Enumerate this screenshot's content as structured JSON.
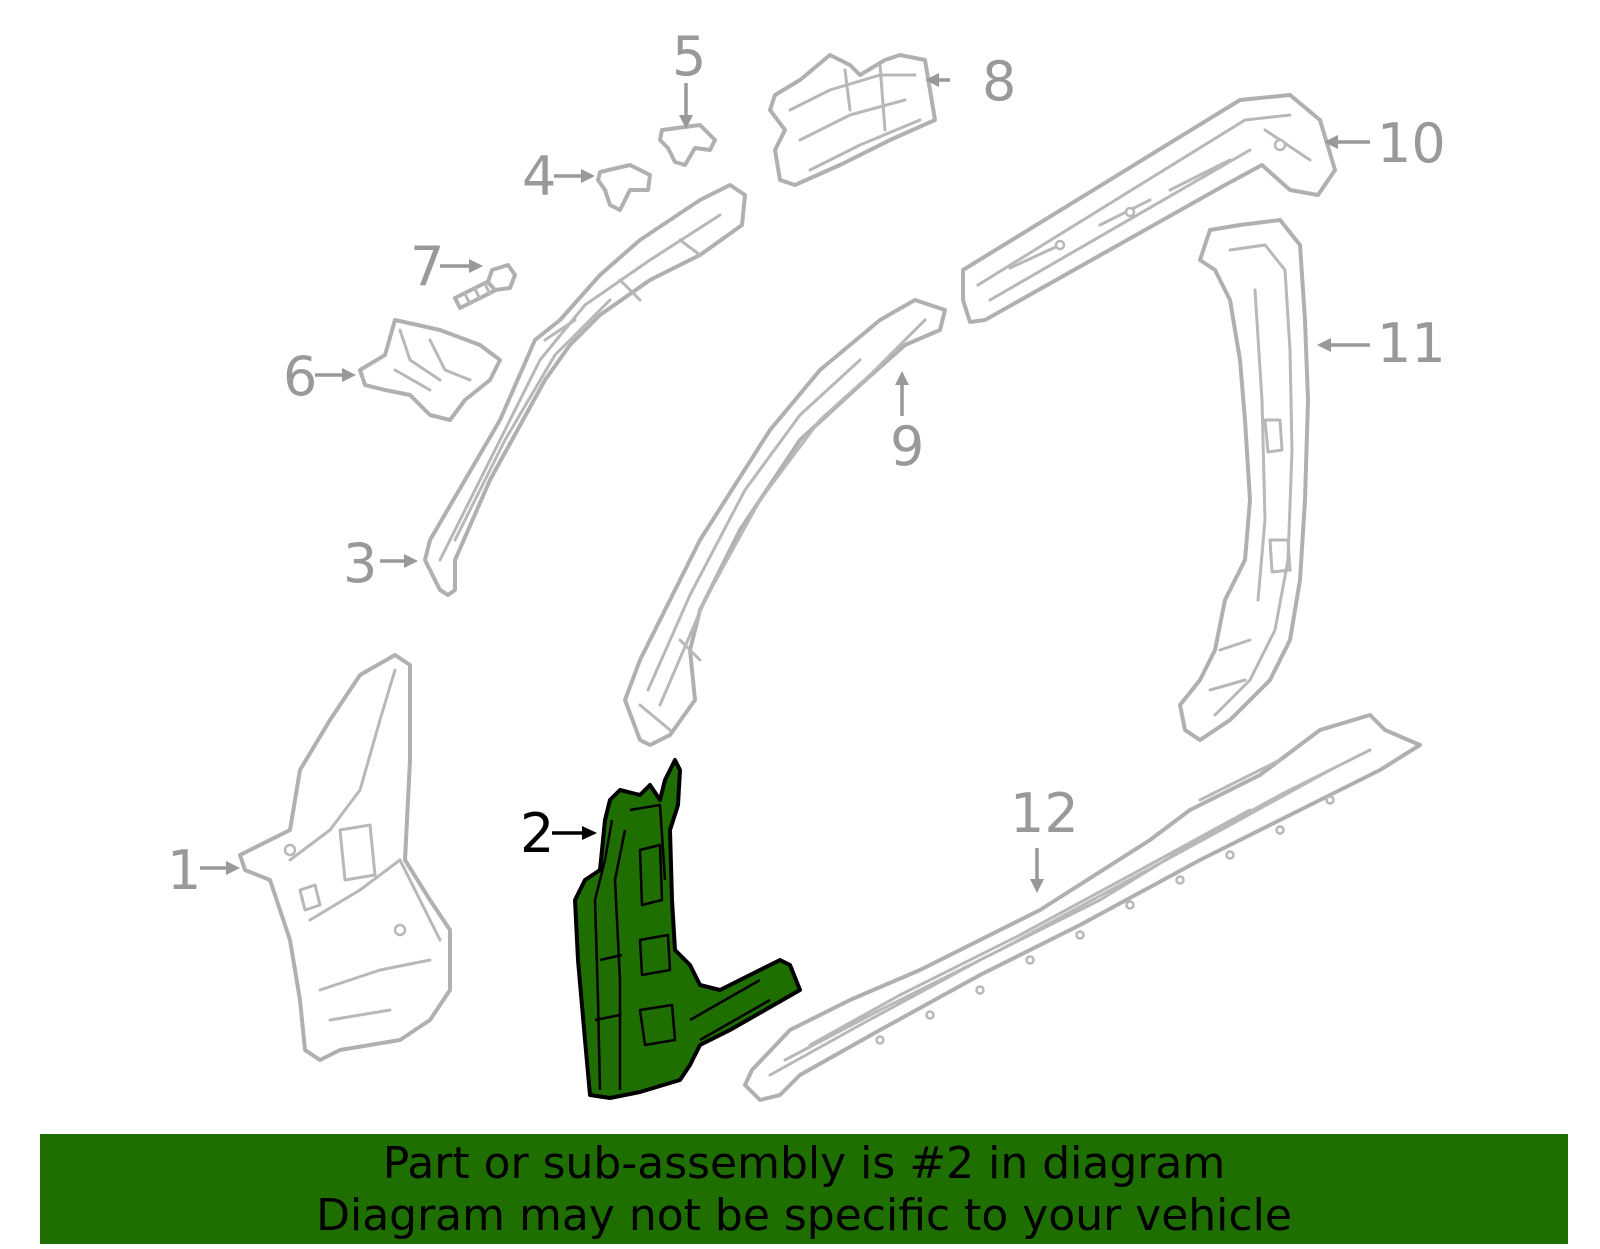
{
  "diagram": {
    "highlight_color": "#1f6e00",
    "callouts": [
      "1",
      "2",
      "3",
      "4",
      "5",
      "6",
      "7",
      "8",
      "9",
      "10",
      "11",
      "12"
    ],
    "highlighted_part": "2"
  },
  "banner": {
    "line1": "Part or sub-assembly is #2 in diagram",
    "line2": "Diagram may not be specific to your vehicle"
  }
}
